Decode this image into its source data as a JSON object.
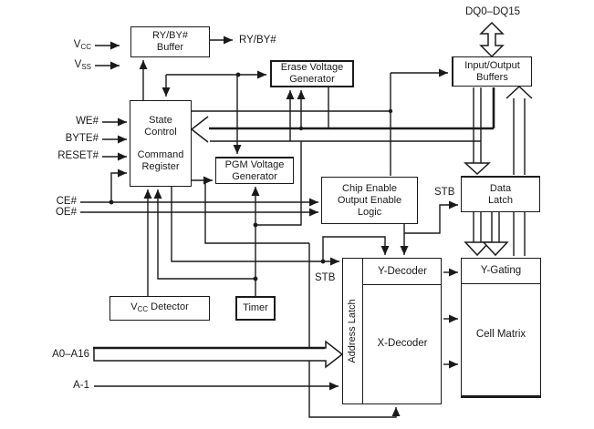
{
  "diagram": {
    "pins": {
      "vcc_base": "V",
      "vcc_sub": "CC",
      "vss_base": "V",
      "vss_sub": "SS",
      "we": "WE#",
      "byte": "BYTE#",
      "reset": "RESET#",
      "ce": "CE#",
      "oe": "OE#",
      "addr_bus": "A0–A16",
      "a_minus_1": "A-1",
      "dq_bus": "DQ0–DQ15",
      "ryby_out": "RY/BY#"
    },
    "signals": {
      "stb_data_latch": "STB",
      "stb_addr_latch": "STB"
    },
    "blocks": {
      "ryby_buffer": {
        "line1": "RY/BY#",
        "line2": "Buffer"
      },
      "erase_gen": {
        "line1": "Erase Voltage",
        "line2": "Generator"
      },
      "io_buffers": {
        "line1": "Input/Output",
        "line2": "Buffers"
      },
      "state_control": {
        "line1": "State",
        "line2": "Control",
        "line3": "Command",
        "line4": "Register"
      },
      "pgm_gen": {
        "line1": "PGM Voltage",
        "line2": "Generator"
      },
      "ce_oe_logic": {
        "line1": "Chip Enable",
        "line2": "Output Enable",
        "line3": "Logic"
      },
      "data_latch": {
        "line1": "Data",
        "line2": "Latch"
      },
      "vcc_detector": {
        "base": "V",
        "sub": "CC",
        "rest": " Detector"
      },
      "timer": {
        "label": "Timer"
      },
      "address_latch": {
        "label": "Address Latch"
      },
      "y_decoder": {
        "label": "Y-Decoder"
      },
      "x_decoder": {
        "label": "X-Decoder"
      },
      "y_gating": {
        "label": "Y-Gating"
      },
      "cell_matrix": {
        "label": "Cell Matrix"
      }
    },
    "colors": {
      "line": "#1a1a1a",
      "background": "#ffffff"
    }
  }
}
